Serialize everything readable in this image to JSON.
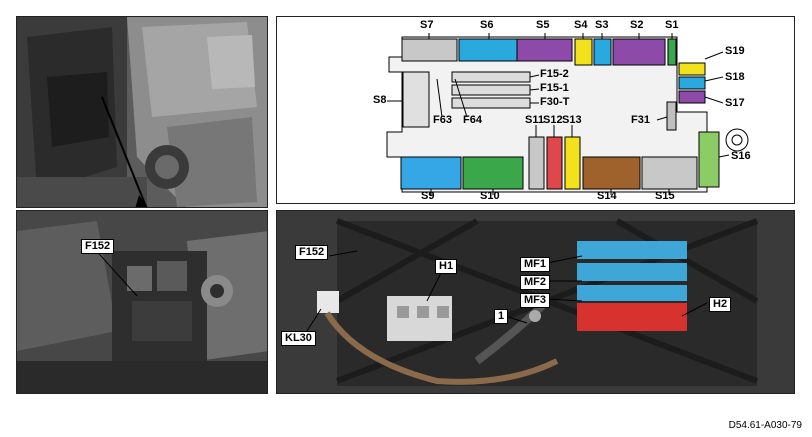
{
  "diagram": {
    "fuse_labels": {
      "S7": "S7",
      "S6": "S6",
      "S5": "S5",
      "S4": "S4",
      "S3": "S3",
      "S2": "S2",
      "S1": "S1",
      "S19": "S19",
      "S18": "S18",
      "S17": "S17",
      "S8": "S8",
      "F63": "F63",
      "F64": "F64",
      "F15_2": "F15-2",
      "F15_1": "F15-1",
      "F30_T": "F30-T",
      "F31": "F31",
      "S11": "S11",
      "S12": "S12",
      "S13": "S13",
      "S16": "S16",
      "S9": "S9",
      "S10": "S10",
      "S14": "S14",
      "S15": "S15"
    },
    "fuse_colors": {
      "grey": "#c8c8c8",
      "cyan": "#2aa9df",
      "purple": "#8e4aa8",
      "yellow": "#f2e21d",
      "green": "#3aa84a",
      "lightgreen": "#8ccc66",
      "blue": "#35a6e6",
      "brown": "#a0622c",
      "red": "#e0474d",
      "lightblue": "#3db5e8"
    }
  },
  "photo_tl": {},
  "photo_bl": {
    "label_f152": "F152"
  },
  "photo_br": {
    "label_f152": "F152",
    "label_h1": "H1",
    "label_mf1": "MF1",
    "label_mf2": "MF2",
    "label_mf3": "MF3",
    "label_1": "1",
    "label_h2": "H2",
    "label_kl30": "KL30"
  },
  "doc_code": "D54.61-A030-79"
}
